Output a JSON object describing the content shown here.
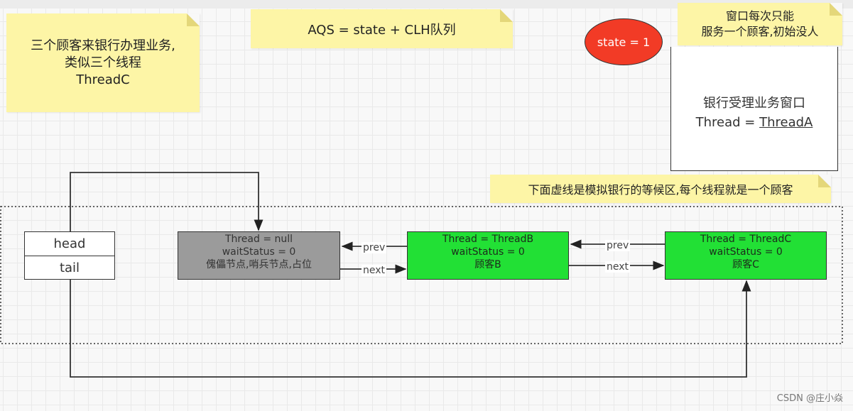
{
  "notes": {
    "customers": [
      "三个顾客来银行办理业务,",
      "类似三个线程",
      "ThreadC"
    ],
    "formula": "AQS = state + CLH队列",
    "window_note": [
      "窗口每次只能",
      "服务一个顾客,初始没人"
    ],
    "dashed_note": "下面虚线是模拟银行的等候区,每个线程就是一个顾客"
  },
  "state_label": "state = 1",
  "window": {
    "line1": "银行受理业务窗口",
    "thread_prefix": "Thread = ",
    "thread_value": "ThreadA"
  },
  "pointers": {
    "head": "head",
    "tail": "tail"
  },
  "nodes": {
    "dummy": {
      "thread": "Thread = null",
      "wait": "waitStatus = 0",
      "desc": "傀儡节点,哨兵节点,占位"
    },
    "b": {
      "thread": "Thread = ThreadB",
      "wait": "waitStatus = 0",
      "desc": "顾客B"
    },
    "c": {
      "thread": "Thread = ThreadC",
      "wait": "waitStatus = 0",
      "desc": "顾客C"
    }
  },
  "edge_labels": {
    "prev": "prev",
    "next": "next"
  },
  "watermark": "CSDN @庄小焱",
  "colors": {
    "note": "#fdf5a6",
    "state": "#f23b26",
    "node_green": "#22e035",
    "node_gray": "#9b9b9b"
  }
}
